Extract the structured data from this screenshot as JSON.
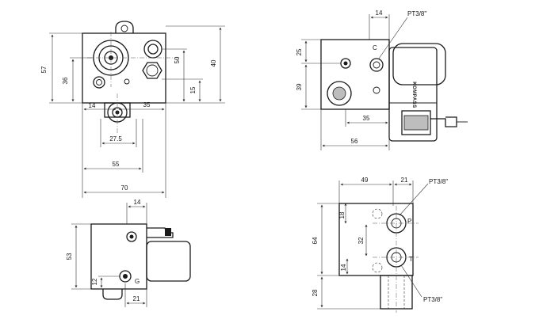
{
  "views": {
    "top_left": {
      "dims": {
        "d57": "57",
        "d36": "36",
        "d50": "50",
        "d40": "40",
        "d15": "15",
        "d14": "14",
        "d35": "35",
        "d27_5": "27.5",
        "d55": "55",
        "d70": "70"
      }
    },
    "top_right": {
      "dims": {
        "d14": "14",
        "d25": "25",
        "d39": "39",
        "d35": "35",
        "d56": "56"
      },
      "port_c": "C",
      "thread": "PT3/8\"",
      "brand": "KOMPASS"
    },
    "bottom_left": {
      "dims": {
        "d14": "14",
        "d53": "53",
        "d12": "12",
        "d21": "21"
      },
      "port_g": "G"
    },
    "bottom_right": {
      "dims": {
        "d49": "49",
        "d21": "21",
        "d18": "18",
        "d64": "64",
        "d32": "32",
        "d14": "14",
        "d28": "28"
      },
      "port_p": "P",
      "port_t": "T",
      "thread_top": "PT3/8\"",
      "thread_bottom": "PT3/8\""
    }
  }
}
